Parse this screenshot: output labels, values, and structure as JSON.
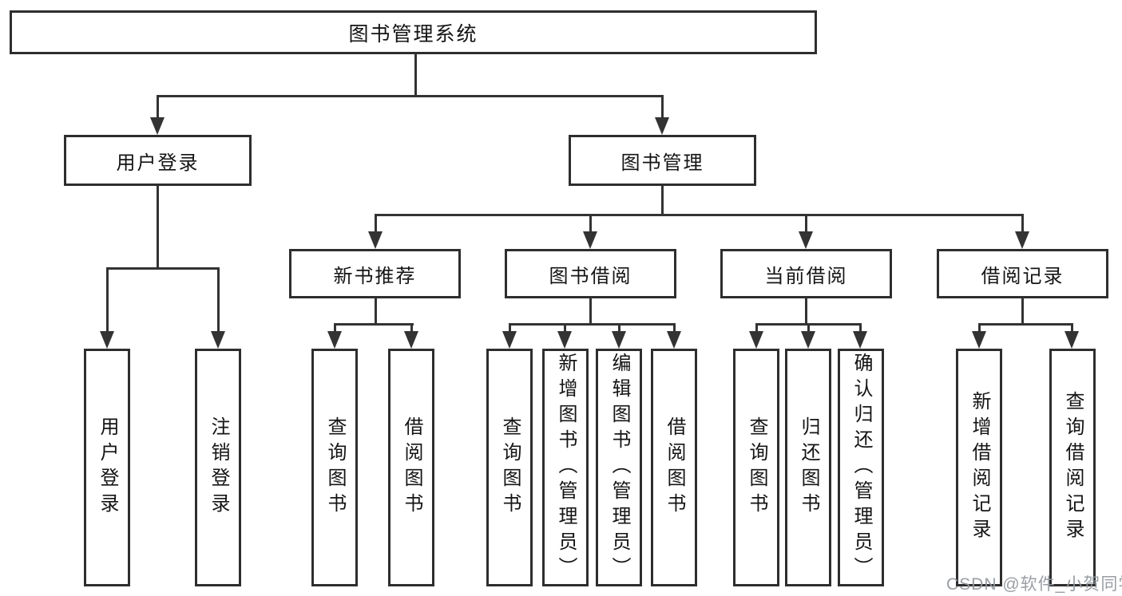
{
  "tree": {
    "root": {
      "label": "图书管理系统",
      "children": [
        {
          "label": "用户登录",
          "children": [
            {
              "label": "用户登录"
            },
            {
              "label": "注销登录"
            }
          ]
        },
        {
          "label": "图书管理",
          "children": [
            {
              "label": "新书推荐",
              "children": [
                {
                  "label": "查询图书"
                },
                {
                  "label": "借阅图书"
                }
              ]
            },
            {
              "label": "图书借阅",
              "children": [
                {
                  "label": "查询图书"
                },
                {
                  "label": "新增图书（管理员）"
                },
                {
                  "label": "编辑图书（管理员）"
                },
                {
                  "label": "借阅图书"
                }
              ]
            },
            {
              "label": "当前借阅",
              "children": [
                {
                  "label": "查询图书"
                },
                {
                  "label": "归还图书"
                },
                {
                  "label": "确认归还（管理员）"
                }
              ]
            },
            {
              "label": "借阅记录",
              "children": [
                {
                  "label": "新增借阅记录"
                },
                {
                  "label": "查询借阅记录"
                }
              ]
            }
          ]
        }
      ]
    }
  },
  "watermark": {
    "text": "CSDN @软件_小贺同学"
  },
  "colors": {
    "line": "#333333",
    "border": "#2e2e2e",
    "text": "#141414",
    "watermark": "#94999e",
    "background": "#ffffff"
  }
}
